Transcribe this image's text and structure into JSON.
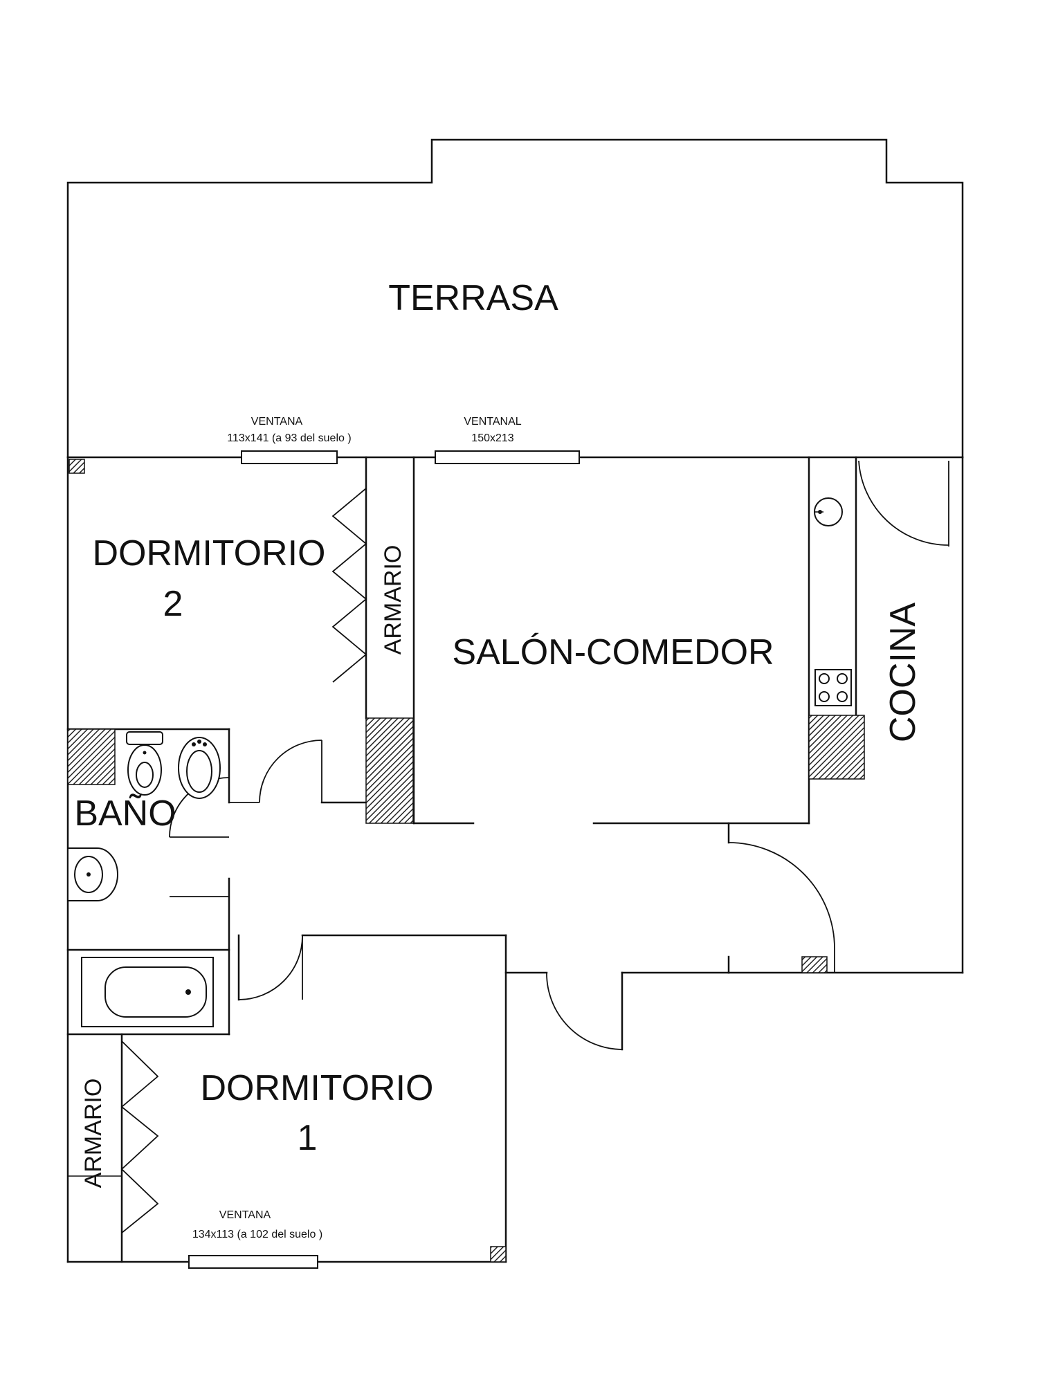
{
  "rooms": {
    "terrasa": "TERRASA",
    "dormitorio2": {
      "name": "DORMITORIO",
      "number": "2"
    },
    "armario_top": "ARMARIO",
    "salon": "SALÓN-COMEDOR",
    "cocina": "COCINA",
    "bano": "BAÑO",
    "dormitorio1": {
      "name": "DORMITORIO",
      "number": "1"
    },
    "armario_bottom": "ARMARIO"
  },
  "windows": {
    "ventana_dormitorio2": {
      "title": "VENTANA",
      "size": "113x141 (a 93 del suelo )"
    },
    "ventanal_salon": {
      "title": "VENTANAL",
      "size": "150x213"
    },
    "ventana_dormitorio1": {
      "title": "VENTANA",
      "size": "134x113 (a 102 del suelo )"
    }
  }
}
